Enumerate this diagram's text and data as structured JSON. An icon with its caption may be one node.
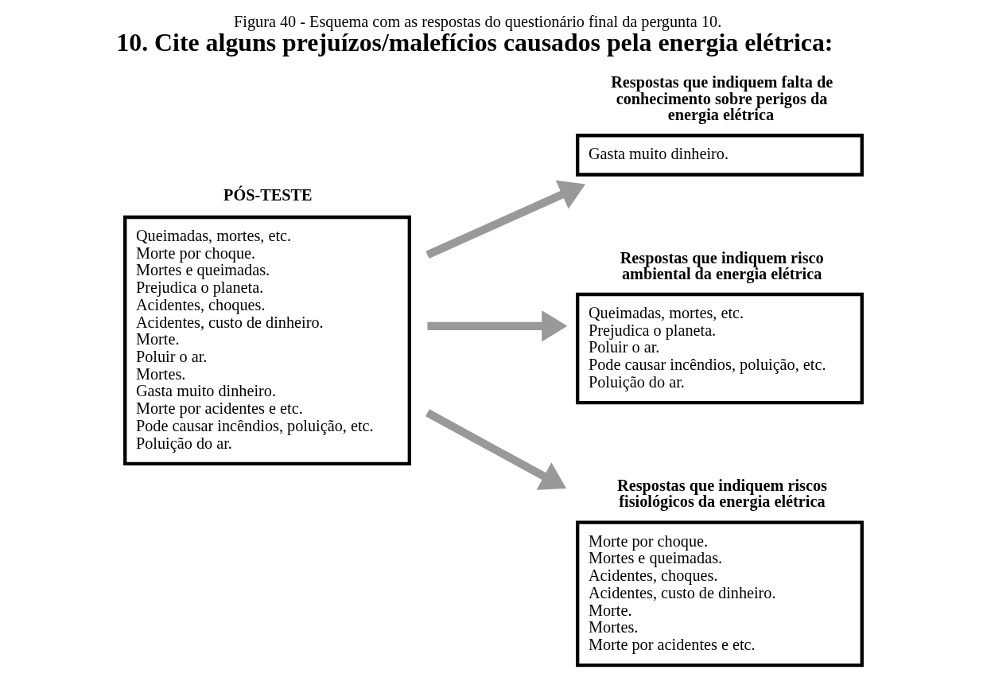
{
  "diagram": {
    "caption": "Figura 40 - Esquema com as respostas do questionário final da pergunta 10.",
    "title": "10. Cite alguns prejuízos/malefícios causados pela energia elétrica:",
    "nodes": [
      {
        "text": [
          "PÓS-TESTE",
          "Queimadas, mortes, etc.",
          "Morte por choque.",
          "Mortes e queimadas.",
          "Prejudica o planeta.",
          "Acidentes, choques.",
          "Acidentes, custo de dinheiro.",
          "Morte.",
          "Poluir o ar.",
          "Mortes.",
          "Gasta muito dinheiro.",
          "Morte por acidentes e etc.",
          "Pode causar incêndios, poluição, etc.",
          "Poluição do ar."
        ]
      },
      {
        "text": [
          "Respostas que indiquem falta de conhecimento sobre perigos da energia elétrica",
          "Gasta muito dinheiro."
        ]
      },
      {
        "text": [
          "Respostas que indiquem risco ambiental da energia elétrica",
          "Queimadas, mortes, etc.",
          "Prejudica o planeta.",
          "Poluir o ar.",
          "Pode causar incêndios, poluição, etc.",
          "Poluição do ar."
        ]
      },
      {
        "text": [
          "Respostas que indiquem riscos fisiológicos da energia elétrica",
          "Morte por choque.",
          "Mortes e queimadas.",
          "Acidentes, choques.",
          "Acidentes, custo de dinheiro.",
          "Morte.",
          "Mortes.",
          "Morte por acidentes e etc."
        ]
      }
    ],
    "edges": [
      {
        "from": 0,
        "to": 1,
        "arrow": "to"
      },
      {
        "from": 0,
        "to": 2,
        "arrow": "to"
      },
      {
        "from": 0,
        "to": 3,
        "arrow": "to"
      }
    ]
  }
}
